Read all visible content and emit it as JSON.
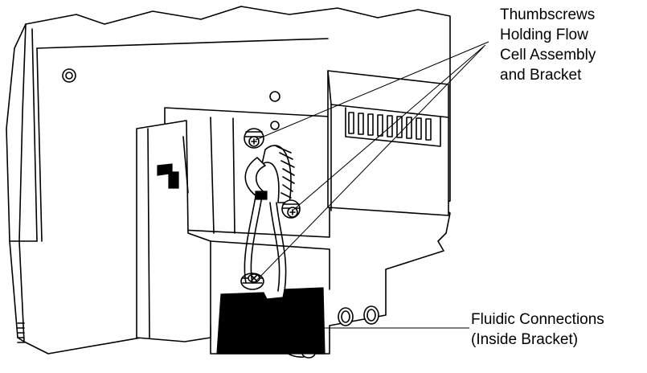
{
  "callouts": {
    "thumbscrews": {
      "lines": [
        "Thumbscrews",
        "Holding Flow",
        "Cell Assembly",
        "and Bracket"
      ]
    },
    "fluidic": {
      "lines": [
        "Fluidic Connections",
        "(Inside Bracket)"
      ]
    }
  },
  "colors": {
    "ink": "#000000",
    "paper": "#ffffff"
  }
}
